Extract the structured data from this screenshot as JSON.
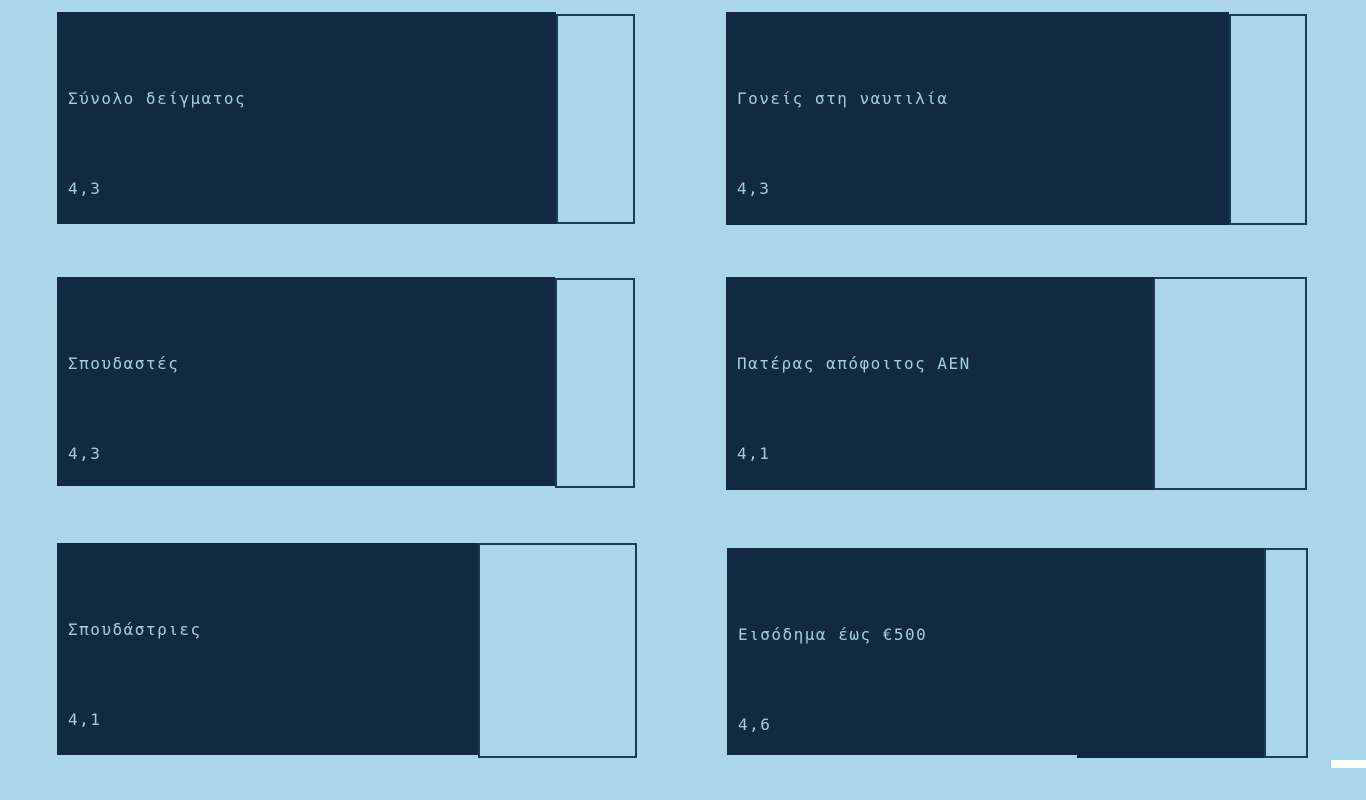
{
  "colors": {
    "background": "#abd5e9",
    "bar_fill": "#112a42",
    "box_border": "#1b3a58",
    "text": "#a5cde0",
    "corner_sliver": "#ffffff"
  },
  "chart_data": {
    "type": "bar",
    "orientation": "horizontal",
    "title": "",
    "categories": [
      "Σύνολο δείγματος",
      "Γονείς στη ναυτιλία",
      "Σπουδαστές",
      "Πατέρας απόφοιτος ΑΕΝ",
      "Σπουδάστριες",
      "Εισόδημα έως €500"
    ],
    "values": [
      4.3,
      4.3,
      4.3,
      4.1,
      4.1,
      4.6
    ],
    "value_labels": [
      "4,3",
      "4,3",
      "4,3",
      "4,1",
      "4,1",
      "4,6"
    ],
    "value_range": [
      0,
      5
    ],
    "fill_pct_observed": [
      86.3,
      86.6,
      86.2,
      73.5,
      72.6,
      92.4
    ],
    "layout": "2 columns x 3 rows of gauge tiles, dark fill with light remainder box"
  },
  "tiles": [
    {
      "label": "Σύνολο δείγματος",
      "value": "4,3"
    },
    {
      "label": "Γονείς στη ναυτιλία",
      "value": "4,3"
    },
    {
      "label": "Σπουδαστές",
      "value": "4,3"
    },
    {
      "label": "Πατέρας απόφοιτος ΑΕΝ",
      "value": "4,1"
    },
    {
      "label": "Σπουδάστριες",
      "value": "4,1"
    },
    {
      "label": "Εισόδημα έως €500",
      "value": "4,6"
    }
  ]
}
